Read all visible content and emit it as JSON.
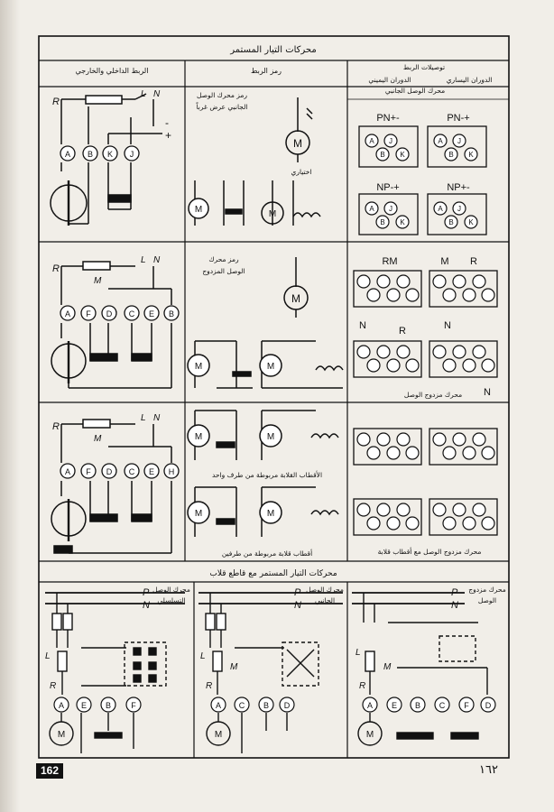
{
  "header": {
    "title": "محركات التيار المستمر",
    "col_left": "الربط الداخلي والخارجي",
    "col_mid": "رمز الربط",
    "col_right_top": "توصيلات الربط",
    "col_right_sub1": "الدوران اليساري",
    "col_right_sub2": "الدوران اليميني"
  },
  "rows": [
    {
      "name": "shunt",
      "symbol_caption": [
        "رمز محرك الوصل",
        "الجانبي عرض غرباً"
      ],
      "symbol_note": "اختياري",
      "right_note": [
        "محرك الوصل الجانبي",
        "عرض غرباً"
      ],
      "terminals_top_left": "PN+-",
      "terminals_top_right": "PN-+",
      "terminals_bottom_left": "NP-+",
      "terminals_bottom_right": "NP+-"
    },
    {
      "name": "compound",
      "symbol_caption": [
        "رمز محرك",
        "الوصل المزدوج"
      ],
      "right_caption": "محرك مزدوج الوصل",
      "terminals_labels": [
        "RM",
        "M",
        "R",
        "N",
        "R",
        "N",
        "N"
      ]
    },
    {
      "name": "compound-interpoles",
      "caption_one_side": "الأقطاب القلابة مربوطة من طرف واحد",
      "caption_two_sides": "أقطاب قلابة مربوطة من طرفين",
      "right_caption": "محرك مزدوج الوصل مع أقطاب قلابة"
    }
  ],
  "section2": {
    "title": "محركات التيار المستمر مع قاطع قلاب",
    "panels": [
      {
        "name": "series",
        "caption": [
          "محرك الوصل",
          "التسلسلي"
        ]
      },
      {
        "name": "shunt",
        "caption": [
          "محرك الوصل",
          "الجانبي"
        ]
      },
      {
        "name": "compound",
        "caption": [
          "محرك مزدوج",
          "الوصل"
        ]
      }
    ]
  },
  "labels": {
    "R": "R",
    "L": "L",
    "N": "N",
    "P": "P",
    "M": "M",
    "A": "A",
    "B": "B",
    "C": "C",
    "D": "D",
    "E": "E",
    "F": "F",
    "H": "H",
    "J": "J",
    "K": "K",
    "minus": "-",
    "plus": "+"
  },
  "footer": {
    "page_left": "162",
    "page_right": "١٦٢"
  }
}
